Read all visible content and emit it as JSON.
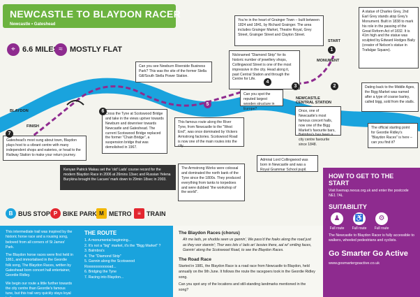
{
  "header": {
    "title": "NEWCASTLE TO BLAYDON RACER",
    "subtitle": "Newcastle • Gateshead",
    "distance": "6.6 MILES",
    "terrain": "MOSTLY FLAT"
  },
  "places": {
    "blaydon": "BLAYDON",
    "finish": "FINISH",
    "start": "START",
    "monument": "MONUMENT",
    "central": "NEWCASTLE CENTRAL STATION"
  },
  "callouts": {
    "c1": "A statue of Charles Grey, 2nd Earl Grey stands atop Grey's Monument. Built in 1838 to mark his role in the passing of the Great Reform Act of 1832. It is 41m high and the statue was sculpted by Edward Hodges Baily (creator of Nelson's statue in Trafalgar Square).",
    "c_grainger": "You're in the heart of Grainger Town – built between 1824 and 1841, by Richard Grainger. The area includes Grainger Market, Theatre Royal, Grey Street, Grainger Street and Clayton Street.",
    "c_diamond": "Nicknamed \"Diamond Strip\" for its historic number of jewellery shops, Collingwood Street is one of the most impressive in the city. Head along it, past Central Station and through the Centre for Life.",
    "c_riverside": "Can you see Newburn Riverside Business Park? This was the site of the former Stella Gill/South Stella Power Station.",
    "c_bigg": "Dating back to the Middle Ages, the Bigg Market was named after a type of coarse barley, called bigg, sold from the stalls.",
    "c_wooden": "Can you spot the reputed largest wooden structure in Europe?",
    "c_balmbra": "Once, one of Newcastle's most famous concert halls, now one of the Bigg Market's favourite bars, Balmbra's has been a city centre favourite since 1848.",
    "c_scotswood": "Cross the Tyne at Scotswood Bridge and take in the views upriver towards Newburn and downriver towards Newcastle and Gateshead. The current Scotswood Bridge replaced the former \"Chain Bridge\", a suspension bridge that was demolished in 1967.",
    "c_westend": "This famous route along the River Tyne, from Newcastle to the \"West End\", was once dominated by Vickers Armstrong factories. Scotswood Road is now one of the main routes into the city.",
    "c_official": "The official starting point for Geordie Ridley's \"Blaydon Races\" is here – can you find it?",
    "c_gateshead": "Gateshead's most sung about town, Blaydon plays host to a vibrant centre with many independent shops and eateries, or head to the Railway Station to make your return journey.",
    "c_kenyan": "Kenyan Patrick Makau set the 'old' Lads' course record for the modern Blaydon Race in 2006 at 26mins 13sec and Russian Yelena Burykina brought the Lacues' mark down to 29min 18sec in 2003.",
    "c_armstrong": "The Armstrong Works were colossal and dominated the north bank of the Tyne since the 1800s. They produced everything from tanks to torpedoes and were dubbed \"the workshop of the world\".",
    "c_collingwood": "Admiral Lord Collingwood was born in Newcastle and was a Royal Grammar School pupil."
  },
  "legend": {
    "bus": "BUS STOP",
    "bike": "BIKE PARK",
    "metro": "METRO",
    "train": "TRAIN"
  },
  "intro": {
    "p1": "This intermediate trail was inspired by the historic horse race and a rousing song, beloved from all corners of St James' Park.",
    "p2": "The Blaydon horse races were first held in 1861, and immortalised in the Geordie folk song, The Blaydon Races, written by Gateshead born concert hall entertainer, Geordie Ridley.",
    "p3": "We begin our route a little further towards the city centre than Geordie's famous tune, but this trail very quickly stays loyal to the song."
  },
  "route": {
    "title": "THE ROUTE",
    "items": [
      "1. A monumental beginning...",
      "2. It's not a \"big\" market, it's the \"Bigg Market\" ?",
      "3. Balmbra's",
      "4. The \"Diamond Strip\"",
      "5. Gannin along the Scotswood Roooooooooooad...",
      "6. Bridging the Tyne",
      "7. Racing into Blaydon..."
    ]
  },
  "song": {
    "chorus_title": "The Blaydon Races (chorus)",
    "lyric": "Ah me lads, ye shudda seen us gannin', We pass'd the foaks along the road just as they wor stannin'; Thor wes lots o' lads an' lassies there, aal wi' smiling faces, Gannin' along the Scotswood Road, to see the Blaydon Races.",
    "road_title": "The Road Race",
    "road_text": "Started in 1981, the Blaydon Race is a road race from Newcastle to Blaydon, held annually on the 9th June. It follows the route the racegoers took in the Geordie Ridley song.",
    "question": "Can you spot any of the locations and still-standing landmarks mentioned in the song?"
  },
  "start_panel": {
    "title": "HOW TO GET TO THE START",
    "text": "Visit livemap.nexus.org.uk and enter the postcode NE1 7AL",
    "suitability": "SUITABILITY",
    "suits": [
      "Full route",
      "Full route",
      "Full route"
    ],
    "access": "The Newcastle to Blaydon Racer is fully accessible to walkers, wheeled pedestrians and cyclists.",
    "brand": "Go Smarter Go Active",
    "url": "www.gosmartergoactive.co.uk"
  },
  "colors": {
    "green": "#6cb33f",
    "purple": "#8e2b8f",
    "blue": "#1aa3dd",
    "river": "#1aa3dd"
  }
}
